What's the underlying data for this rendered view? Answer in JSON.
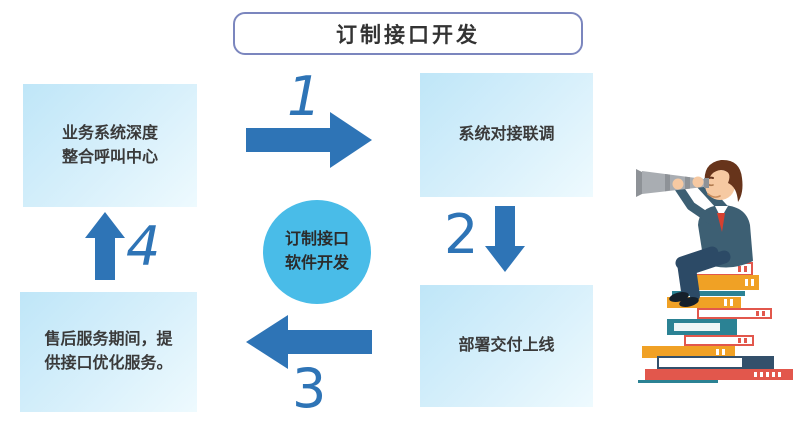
{
  "title": {
    "text": "订制接口开发"
  },
  "center_circle": {
    "line1": "订制接口",
    "line2": "软件开发"
  },
  "boxes": {
    "top_left": {
      "line1": "业务系统深度",
      "line2": "整合呼叫中心"
    },
    "top_right": {
      "line1": "系统对接联调"
    },
    "bottom_right": {
      "line1": "部署交付上线"
    },
    "bottom_left": {
      "line1": "售后服务期间，提",
      "line2": "供接口优化服务。"
    }
  },
  "step_numbers": {
    "one": "1",
    "two": "2",
    "three": "3",
    "four": "4"
  },
  "illustration": {
    "name": "man-sitting-on-book-stack-looking-through-telescope"
  },
  "colors": {
    "arrow_blue": "#2e74b6",
    "circle_fill": "#49bce8",
    "box_gradient_start": "#bfe6f8",
    "box_gradient_end": "#eefafe",
    "title_border": "#7b86be",
    "text_dark": "#3a3a3a",
    "background": "#ffffff"
  }
}
